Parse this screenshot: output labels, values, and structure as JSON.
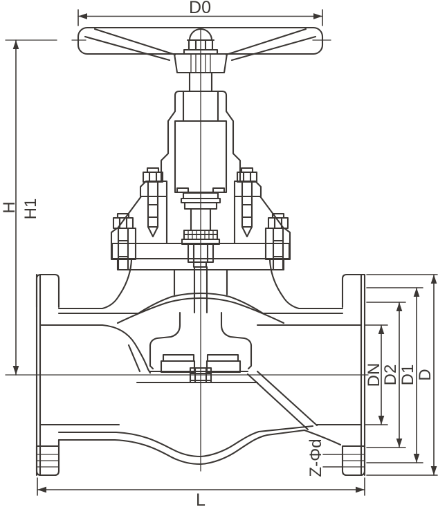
{
  "drawing": {
    "labels": {
      "handwheel_diameter": "D0",
      "height_open": "H",
      "height_rising": "H1",
      "face_to_face": "L",
      "nominal_bore": "DN",
      "raised_face_diameter": "D2",
      "bolt_circle_diameter": "D1",
      "flange_diameter": "D",
      "bolt_holes": "Z-Φd"
    },
    "colors": {
      "line": "#3b3734",
      "background": "#ffffff"
    }
  }
}
